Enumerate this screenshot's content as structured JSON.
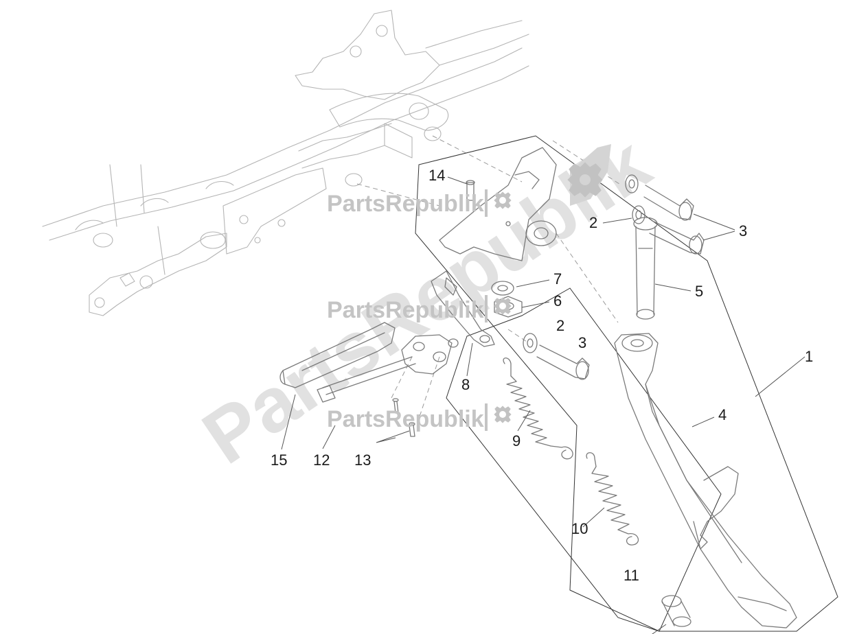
{
  "watermark": {
    "brand": "PartsRepublik",
    "diagonal_text": "PartsRepublik",
    "icon": "gear-icon"
  },
  "callouts": [
    "1",
    "2",
    "3",
    "4",
    "5",
    "6",
    "7",
    "8",
    "9",
    "10",
    "11",
    "12",
    "13",
    "14",
    "15"
  ],
  "callout_extra": {
    "label_2b": "2",
    "label_3b": "3"
  },
  "colors": {
    "line": "#7a7a7a",
    "frame_line": "#b4b4b4",
    "text": "#1a1a1a",
    "watermark": "#c4c4c4"
  }
}
